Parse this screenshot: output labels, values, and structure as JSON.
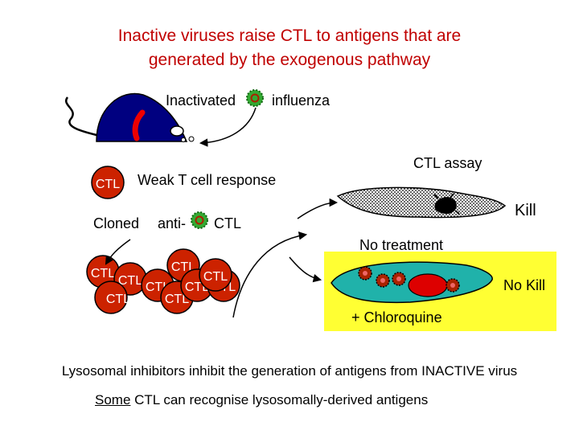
{
  "title_line1": "Inactive viruses raise CTL to antigens that are",
  "title_line2": "generated by the exogenous pathway",
  "inactivated": "Inactivated",
  "influenza": "influenza",
  "ctl": "CTL",
  "weak_response": "Weak T cell response",
  "cloned": "Cloned",
  "anti": "anti-",
  "ctl_assay": "CTL assay",
  "kill": "Kill",
  "no_treatment": "No treatment",
  "no_kill": "No Kill",
  "chloroquine": "+ Chloroquine",
  "lysosomal": "Lysosomal inhibitors inhibit the generation of antigens from INACTIVE virus",
  "some": "Some",
  "recognise": " CTL can recognise lysosomally-derived antigens",
  "colors": {
    "title": "#c00000",
    "ctl_cell": "#cc2200",
    "virus": "#228b22",
    "target_cell": "#20b2aa",
    "nucleus": "#dd0000",
    "highlight": "#ffff33",
    "mouse": "#000080"
  },
  "icons": [
    "mouse-icon",
    "virus-icon",
    "ctl-cell-icon",
    "target-cell-icon",
    "arrow-icon"
  ]
}
